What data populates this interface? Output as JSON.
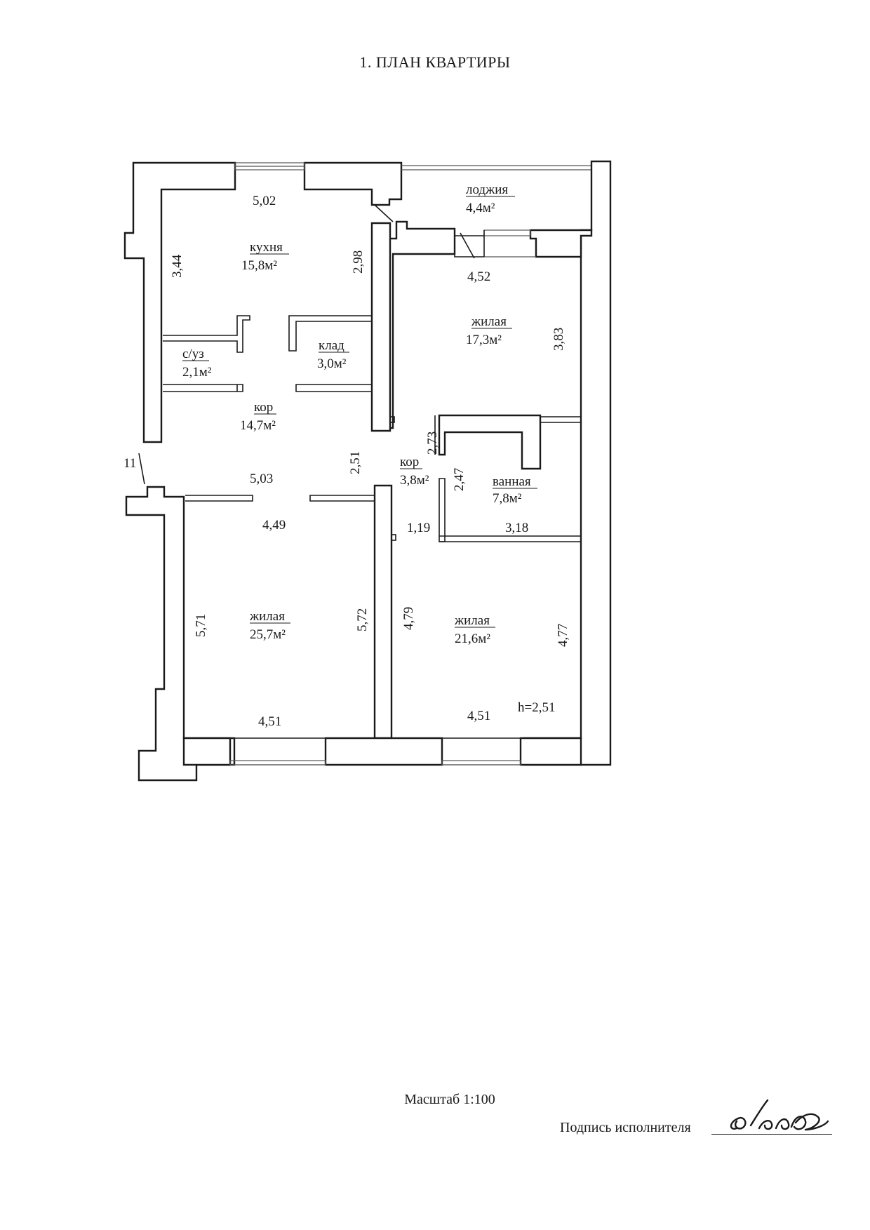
{
  "document": {
    "title": "1. ПЛАН КВАРТИРЫ",
    "scale": "Масштаб 1:100",
    "signature_label": "Подпись исполнителя"
  },
  "rooms": [
    {
      "name": "лоджия",
      "area": "4,4м²"
    },
    {
      "name": "кухня",
      "area": "15,8м²"
    },
    {
      "name": "жилая",
      "area": "17,3м²"
    },
    {
      "name": "с/уз",
      "area": "2,1м²"
    },
    {
      "name": "клад",
      "area": "3,0м²"
    },
    {
      "name": "кор",
      "area": "14,7м²"
    },
    {
      "name": "кор",
      "area": "3,8м²"
    },
    {
      "name": "ванная",
      "area": "7,8м²"
    },
    {
      "name": "жилая",
      "area": "25,7м²"
    },
    {
      "name": "жилая",
      "area": "21,6м²"
    }
  ],
  "dimensions": [
    "5,02",
    "3,44",
    "2,98",
    "4,52",
    "3,83",
    "2,51",
    "5,03",
    "11",
    "2,73",
    "2,47",
    "1,19",
    "3,18",
    "4,49",
    "5,71",
    "5,72",
    "4,79",
    "4,77",
    "4,51",
    "4,51",
    "h=2,51"
  ]
}
